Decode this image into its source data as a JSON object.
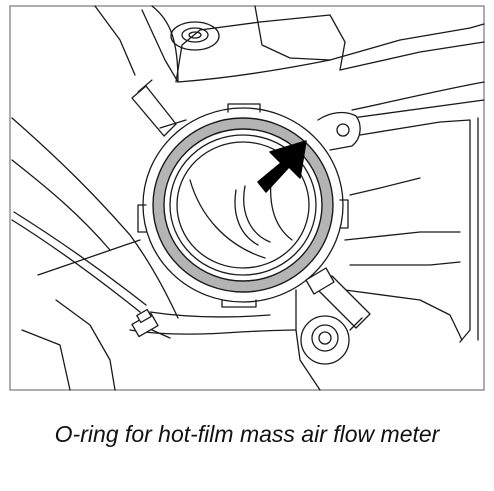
{
  "figure": {
    "caption": "O-ring for hot-film mass air flow meter",
    "colors": {
      "line": "#1a1a1a",
      "o_ring_fill": "#b4b4b4",
      "arrow": "#000000",
      "frame": "#777777",
      "background": "#ffffff"
    },
    "icons": [
      "o-ring",
      "direction-arrow",
      "mass-air-flow-meter"
    ]
  }
}
